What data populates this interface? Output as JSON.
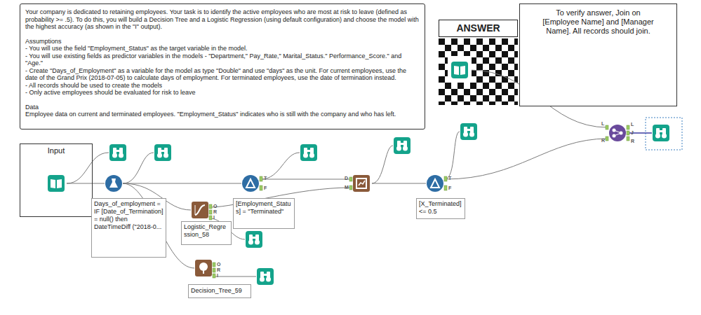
{
  "diagram": {
    "nodes": [
      {
        "text": [
          "Your company is dedicated to retaining employees. Your task is to identify the active employees who are most at risk to leave (defined as probability >= .5). To do this, you will build a Decision Tree and a Logistic Regression (using default configuration) and choose the model with the highest accuracy (as shown in the \"I\" output).",
          "Assumptions",
          "- You will use the field  \"Employment_Status\" as the target variable in the model.",
          "- You will use existing fields as predictor variables in the models - \"Department,\" Pay_Rate,\" Marital_Status.\" Performance_Score.\" and \"Age.\"",
          "- Create \"Days_of_Employment\" as a variable for the model as type \"Double\" and use \"days\" as the  unit. For current employees, use the date of the Grand Prix (2018-07-05) to calculate days of employment. For terminated employees, use the date of termination instead.",
          "- All records should be used to create the models",
          "- Only active employees should be evaluated for risk to leave",
          "Data",
          "Employee data on current and terminated employees. \"Employment_Status\" indicates who is still with the company and who has left."
        ]
      },
      {
        "text": [
          "ANSWER"
        ]
      },
      {
        "text": [
          "To verify answer, Join on [Employee Name] and [Manager Name]. All records should join."
        ]
      },
      {
        "text": [
          "Input"
        ]
      },
      {
        "text": [
          "Days_of_employment = IF [Date_of_Termination] = null() then DateTimeDiff (\"2018-0..."
        ]
      },
      {
        "text": [
          "Logistic_Regression_58"
        ]
      },
      {
        "text": [
          "[Employment_Status] = \"Terminated\""
        ]
      },
      {
        "text": [
          "Decision_Tree_59"
        ]
      },
      {
        "text": [
          "[X_Terminated] <= 0.5"
        ]
      }
    ],
    "labels": [
      "T",
      "F",
      "O",
      "R",
      "I",
      "O",
      "R",
      "I",
      "D",
      "M",
      "T",
      "F",
      "L",
      "R",
      "L",
      "J",
      "R"
    ]
  }
}
